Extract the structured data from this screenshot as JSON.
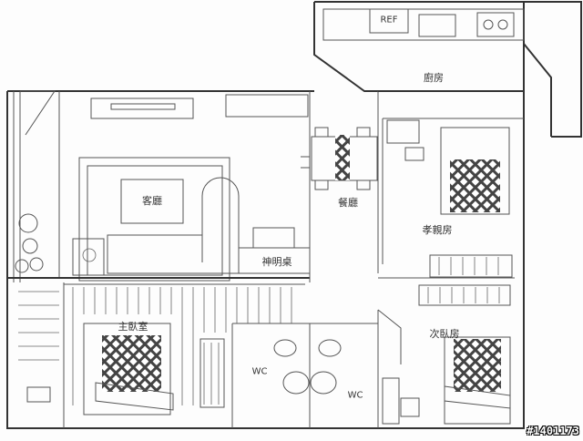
{
  "rooms": {
    "fridge": "REF",
    "kitchen": "廚房",
    "living_room": "客廳",
    "dining_room": "餐廳",
    "parents_room": "孝親房",
    "altar_table": "神明桌",
    "master_bedroom": "主臥室",
    "wc_left": "WC",
    "wc_right": "WC",
    "second_bedroom": "次臥房"
  },
  "watermark": "#1401173"
}
